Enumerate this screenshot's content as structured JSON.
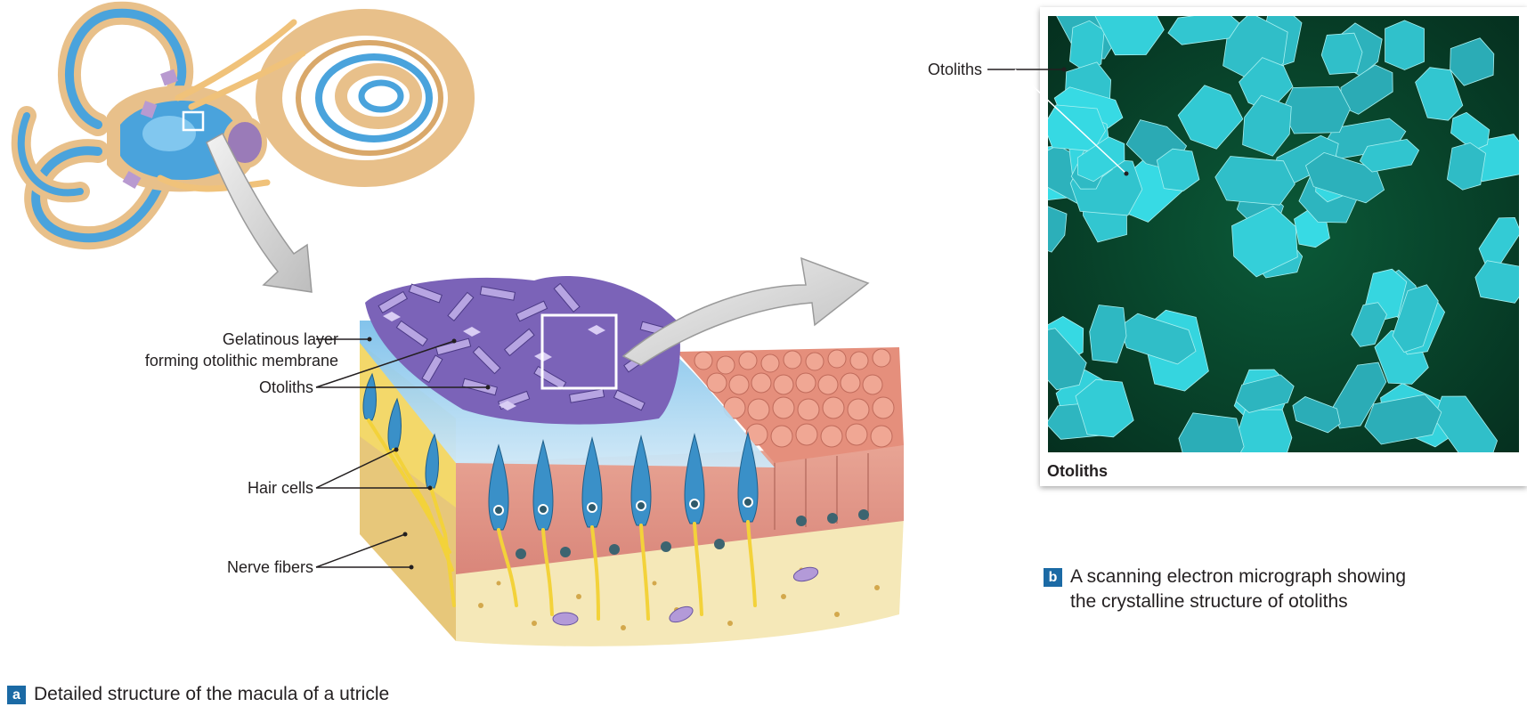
{
  "labels": {
    "gelatinous_line1": "Gelatinous layer",
    "gelatinous_line2": "forming otolithic membrane",
    "otoliths": "Otoliths",
    "hair_cells": "Hair cells",
    "nerve_fibers": "Nerve fibers",
    "photo_otoliths": "Otoliths"
  },
  "photo_caption": "Otoliths",
  "captions": {
    "a_badge": "a",
    "a_text": "Detailed structure of the macula of a utricle",
    "b_badge": "b",
    "b_line1": "A scanning electron micrograph showing",
    "b_line2": "the crystalline structure of otoliths"
  },
  "colors": {
    "endolymph_blue": "#4aa3dc",
    "bone_tan": "#e8c08a",
    "otolith_purple": "#8a73c4",
    "cell_pink": "#e39a8a",
    "connective_cream": "#f5e8b8",
    "nerve_yellow": "#f3d23a",
    "micrograph_cyan": "#36c6c9",
    "badge_blue": "#1b6aa5"
  }
}
